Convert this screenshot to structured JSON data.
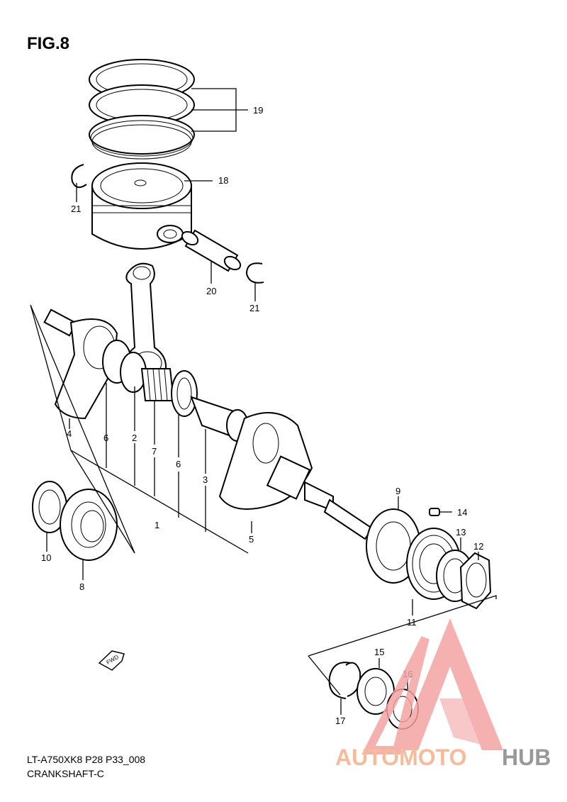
{
  "figure": {
    "title": "FIG.8"
  },
  "footer": {
    "model_code": "LT-A750XK8 P28 P33_008",
    "section_name": "CRANKSHAFT-C"
  },
  "fwd_label": "FWD",
  "watermark": {
    "text_part1": "AUTOMOTO",
    "text_part2": "HUB",
    "color_primary": "#f4a3a3",
    "color_secondary": "#888888"
  },
  "callouts": [
    {
      "id": "c19",
      "label": "19"
    },
    {
      "id": "c18",
      "label": "18"
    },
    {
      "id": "c21a",
      "label": "21"
    },
    {
      "id": "c20",
      "label": "20"
    },
    {
      "id": "c21b",
      "label": "21"
    },
    {
      "id": "c4",
      "label": "4"
    },
    {
      "id": "c6a",
      "label": "6"
    },
    {
      "id": "c2",
      "label": "2"
    },
    {
      "id": "c7",
      "label": "7"
    },
    {
      "id": "c6b",
      "label": "6"
    },
    {
      "id": "c3",
      "label": "3"
    },
    {
      "id": "c1",
      "label": "1"
    },
    {
      "id": "c5",
      "label": "5"
    },
    {
      "id": "c10",
      "label": "10"
    },
    {
      "id": "c8",
      "label": "8"
    },
    {
      "id": "c9",
      "label": "9"
    },
    {
      "id": "c14",
      "label": "14"
    },
    {
      "id": "c13",
      "label": "13"
    },
    {
      "id": "c12",
      "label": "12"
    },
    {
      "id": "c11",
      "label": "11"
    },
    {
      "id": "c15",
      "label": "15"
    },
    {
      "id": "c16",
      "label": "16"
    },
    {
      "id": "c17",
      "label": "17"
    }
  ]
}
